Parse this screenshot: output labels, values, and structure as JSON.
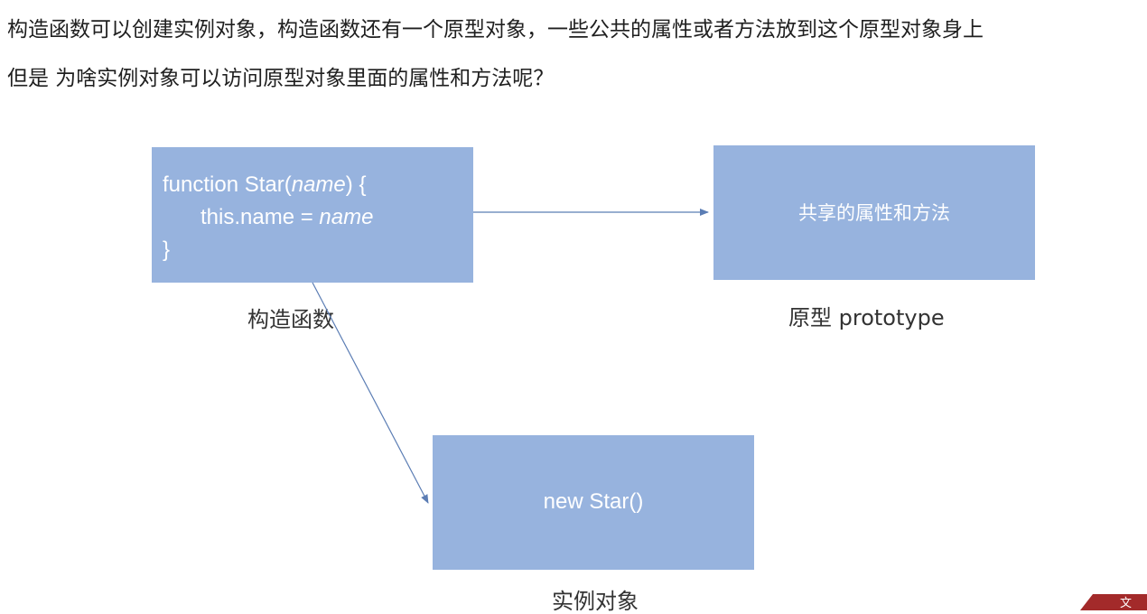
{
  "intro": {
    "line1": "构造函数可以创建实例对象，构造函数还有一个原型对象，一些公共的属性或者方法放到这个原型对象身上",
    "line2": "但是 为啥实例对象可以访问原型对象里面的属性和方法呢？"
  },
  "constructor_box": {
    "line1_prefix": "function Star(",
    "line1_param": "name",
    "line1_suffix": ") {",
    "line2_prefix": "this.name = ",
    "line2_value": "name",
    "line3": "}"
  },
  "constructor_caption": "构造函数",
  "prototype_box": {
    "text": "共享的属性和方法"
  },
  "prototype_caption": "原型 prototype",
  "instance_box": {
    "text": "new Star()"
  },
  "instance_caption": "实例对象",
  "corner_tab": {
    "glyph": "文"
  },
  "colors": {
    "box_fill": "#97b3de",
    "box_text": "#ffffff",
    "arrow": "#5b7db4",
    "corner_tab": "#a32a2a"
  }
}
